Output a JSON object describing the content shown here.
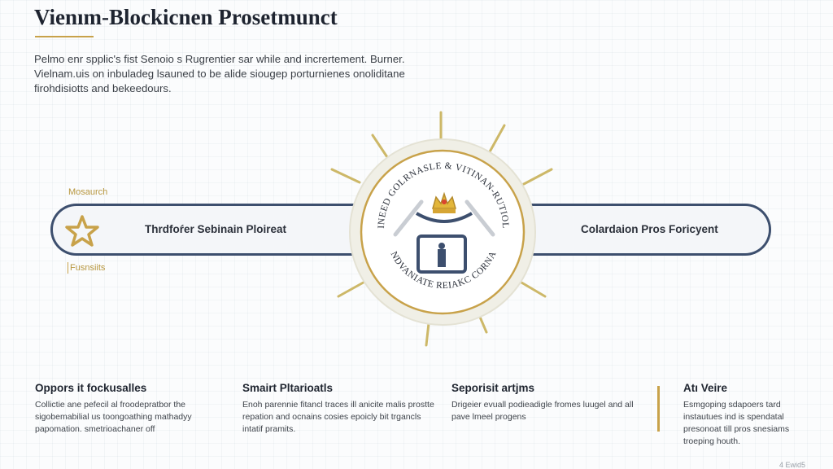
{
  "header": {
    "title": "Vienım-Blockicnen Prosetmunct",
    "intro": "Pelmo enr spplic's fist Senoio s Rugrentier sar while and incrertement. Burner. Vielnam.uis on inbuladeg lsauned to be alide siougep porturnienes onoliditane firohdisiotts and bekeedours."
  },
  "labels": {
    "top_side": "Mosaurch",
    "bottom_side": "Fusnsiits"
  },
  "bars": {
    "left": "Thrdfoŕer Sebinain Ploireat",
    "right": "Colardaion Pros Foricyent"
  },
  "emblem": {
    "top_arc": "TINEED GOLRNASLE & VITINAN-RUTIOLE",
    "bottom_arc": "CONDVANIATE REIAKC CORNAHE"
  },
  "columns": [
    {
      "title": "Oppors it fockusalles",
      "body": "Collictie ane pefecil al froodepratbor the sigobemabilial us toongoathing mathadyy papomation. smetrioachaner off"
    },
    {
      "title": "Smairt Pltarioatls",
      "body": "Enoh parennie fitancl traces ill anicite malis prostte repation and ocnains cosies epoicly bit trgancls intatif pramits."
    },
    {
      "title": "Seporisit artjms",
      "body": "Drigeier evuall podieadigle fromes luugel and all pave lmeel progens"
    },
    {
      "title": "Atı Veire",
      "body": "Esmgoping sdapoers tard instautues ind is spendatal presonoat till pros snesiams troeping houth."
    }
  ],
  "footer": {
    "corner": "4 Ewid5"
  },
  "colors": {
    "navy": "#3d4f6e",
    "gold": "#c8a24a",
    "emblem_fill": "#f0efe6"
  },
  "icons": [
    "star-icon",
    "crown-icon",
    "crossed-swords-icon",
    "lock-icon",
    "sun-rays"
  ]
}
